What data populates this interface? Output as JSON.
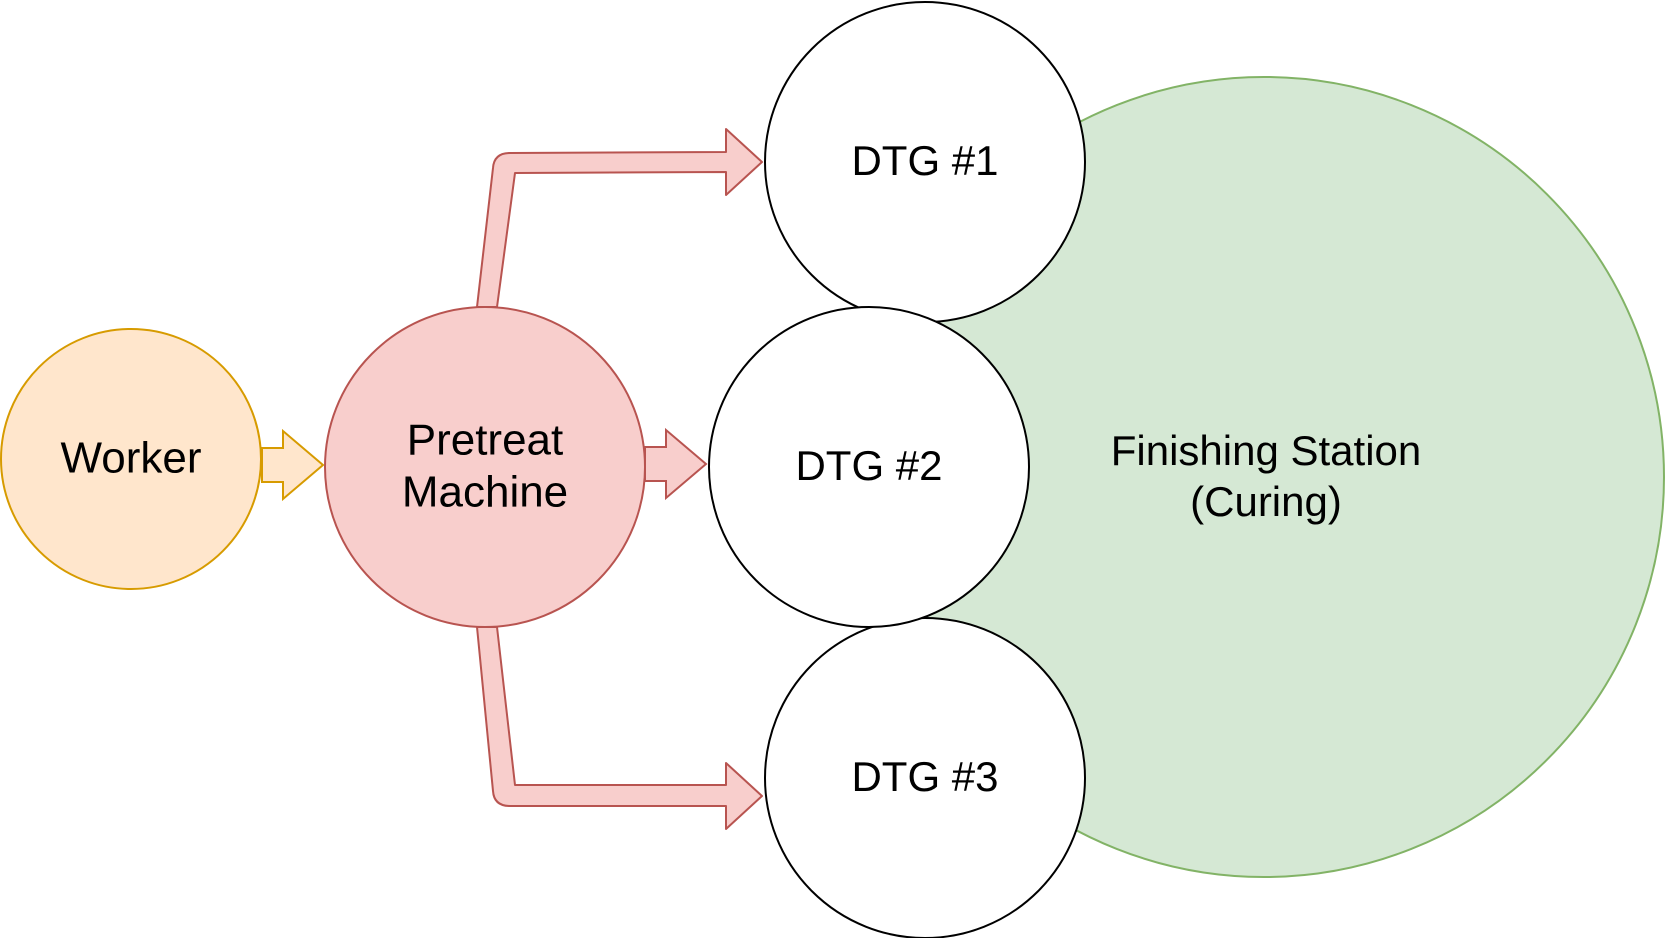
{
  "diagram": {
    "nodes": {
      "worker": {
        "label": "Worker"
      },
      "pretreat": {
        "label_line1": "Pretreat",
        "label_line2": "Machine"
      },
      "dtg1": {
        "label": "DTG #1"
      },
      "dtg2": {
        "label": "DTG #2"
      },
      "dtg3": {
        "label": "DTG #3"
      },
      "finishing": {
        "label_line1": "Finishing Station",
        "label_line2": "(Curing)"
      }
    },
    "edges": [
      {
        "from": "Worker",
        "to": "Pretreat Machine"
      },
      {
        "from": "Pretreat Machine",
        "to": "DTG #1"
      },
      {
        "from": "Pretreat Machine",
        "to": "DTG #2"
      },
      {
        "from": "Pretreat Machine",
        "to": "DTG #3"
      }
    ]
  }
}
